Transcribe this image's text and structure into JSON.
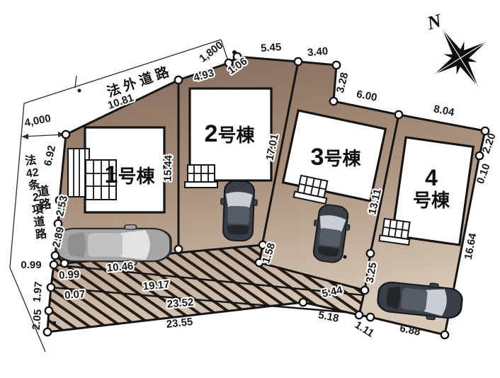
{
  "compass": {
    "north_label": "N"
  },
  "roads": {
    "top_road_name": "法外道路",
    "top_road_width": "1,800",
    "left_road_designation": "法42条2項道路",
    "left_road_designation_chars": [
      "法",
      "42",
      "条",
      "2",
      "項",
      "道",
      "路"
    ],
    "left_road_label": "道路",
    "left_road_label_chars": [
      "道",
      "路"
    ],
    "left_road_width": "4,000"
  },
  "buildings": [
    {
      "num": "1",
      "suffix": "号棟",
      "label": "1号棟"
    },
    {
      "num": "2",
      "suffix": "号棟",
      "label": "2号棟"
    },
    {
      "num": "3",
      "suffix": "号棟",
      "label": "3号棟"
    },
    {
      "num": "4",
      "suffix": "号棟",
      "label": "4号棟"
    }
  ],
  "dims": {
    "d10_81": "10.81",
    "d4_93": "4.93",
    "d1_06": "1.06",
    "d5_45": "5.45",
    "d3_40": "3.40",
    "d3_28": "3.28",
    "d6_00": "6.00",
    "d8_04": "8.04",
    "d2_20": "2.20",
    "d0_10": "0.10",
    "d16_64": "16.64",
    "d6_88": "6.88",
    "d1_11": "1.11",
    "d5_18": "5.18",
    "d23_55": "23.55",
    "d2_05": "2.05",
    "d1_97": "1.97",
    "d0_99_left": "0.99",
    "d0_99_inner": "0.99",
    "d0_07": "0.07",
    "d2_89": "2.89",
    "d2_53": "2.53",
    "d6_92": "6.92",
    "d10_46": "10.46",
    "d19_17": "19.17",
    "d23_52": "23.52",
    "d1_58": "1.58",
    "d5_44": "5.44",
    "d3_25": "3.25",
    "d15_44": "15.44",
    "d17_01": "17.01",
    "d13_11": "13.11"
  },
  "colors": {
    "background": "#ffffff",
    "lot_fill_dark": "#82695a",
    "lot_fill_light": "#d8c8b8",
    "boundary_line": "#141414",
    "hatch_line": "#251c13",
    "vertex_fill": "#ffffff",
    "car_dark_body": "#3a3f46",
    "car_gray_body": "#a6a6a6"
  }
}
